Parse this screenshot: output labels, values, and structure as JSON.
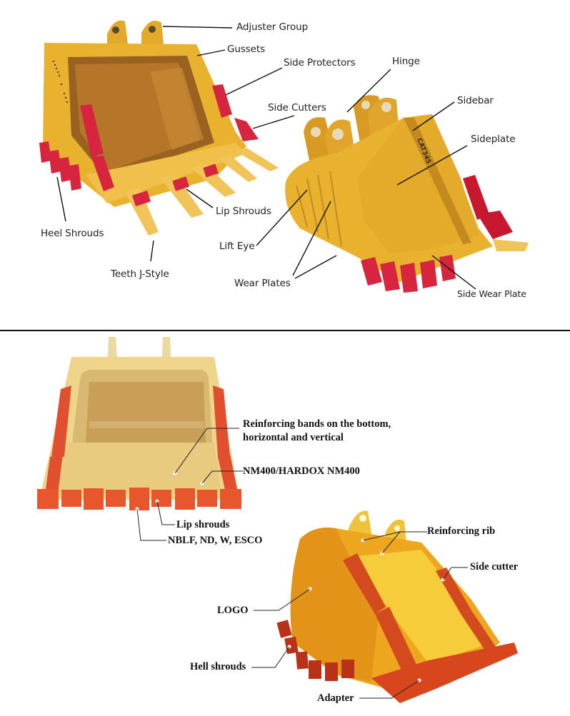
{
  "top_diagram": {
    "labels": {
      "adjuster_group": "Adjuster Group",
      "gussets": "Gussets",
      "side_protectors": "Side Protectors",
      "side_cutters": "Side Cutters",
      "hinge": "Hinge",
      "sidebar": "Sidebar",
      "sideplate": "Sideplate",
      "heel_shrouds": "Heel Shrouds",
      "lip_shrouds": "Lip Shrouds",
      "lift_eye": "Lift Eye",
      "teeth_j_style": "Teeth J-Style",
      "wear_plates": "Wear Plates",
      "side_wear_plate": "Side Wear Plate"
    },
    "stamp_text": "CAT345",
    "colors": {
      "body": "#e8b22e",
      "body_dark": "#b9801a",
      "inner": "#8a5a1c",
      "protector": "#d8253f"
    }
  },
  "bottom_diagram": {
    "labels": {
      "reinforcing_bands_line1": "Reinforcing bands on the bottom,",
      "reinforcing_bands_line2": "horizontal and vertical",
      "nm400": "NM400/HARDOX NM400",
      "lip_shrouds": "Lip shrouds",
      "teeth_systems": "NBLF, ND, W, ESCO",
      "reinforcing_rib": "Reinforcing rib",
      "side_cutter": "Side cutter",
      "logo": "LOGO",
      "hell_shrouds": "Hell shrouds",
      "adapter": "Adapter"
    },
    "colors": {
      "body": "#f0c23a",
      "body_light": "#efd58a",
      "wear_parts": "#e0522a"
    }
  }
}
